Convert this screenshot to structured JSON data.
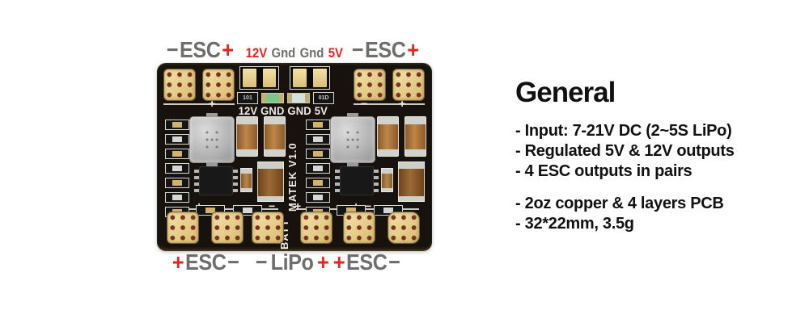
{
  "board_labels": {
    "top_left": {
      "minus": "−",
      "word": "ESC",
      "plus": "+"
    },
    "top_center": {
      "v12": "12V",
      "gnd1": "Gnd",
      "gnd2": "Gnd",
      "v5": "5V"
    },
    "top_right": {
      "minus": "−",
      "word": "ESC",
      "plus": "+"
    },
    "bottom_left": {
      "plus": "+",
      "word": "ESC",
      "minus": "−"
    },
    "bottom_center": {
      "minus": "−",
      "word": "LiPo",
      "plus": "+"
    },
    "bottom_right": {
      "plus": "+",
      "word": "ESC",
      "minus": "−"
    }
  },
  "silkscreen": {
    "rail_label": "12V GND GND 5V",
    "brand": "MATEK V1.0",
    "battery": "BATT",
    "plus": "+",
    "minus": "−",
    "resistor_left": "101",
    "resistor_right": "01D"
  },
  "info": {
    "heading": "General",
    "bullets_primary": [
      "- Input: 7-21V DC (2~5S LiPo)",
      "- Regulated 5V & 12V outputs",
      "- 4 ESC outputs in pairs"
    ],
    "bullets_secondary": [
      "- 2oz copper & 4 layers PCB",
      "- 32*22mm, 3.5g"
    ]
  },
  "colors": {
    "accent_red": "#e8231f",
    "label_gray": "#6e6e6e",
    "pcb_black": "#17120d",
    "pad_gold": "#e9d390",
    "silkscreen_white": "#efece4",
    "text_black": "#111111"
  }
}
